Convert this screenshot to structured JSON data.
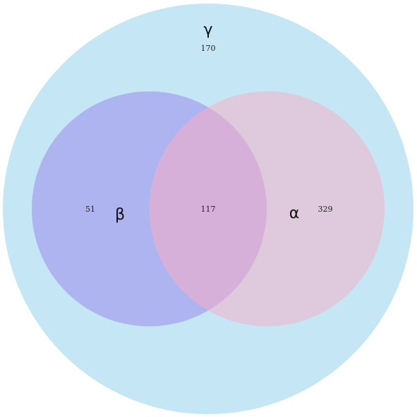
{
  "sets": {
    "gamma": {
      "label": "γ",
      "color": "#c5e6f4"
    },
    "beta": {
      "label": "β",
      "color": "#aeb4ef"
    },
    "alpha": {
      "label": "α",
      "color": "#dfc9dc"
    },
    "overlap_color": "#d7b0da"
  },
  "regions": {
    "gamma_only": "170",
    "beta_only": "51",
    "alpha_beta": "117",
    "alpha_only": "329"
  }
}
